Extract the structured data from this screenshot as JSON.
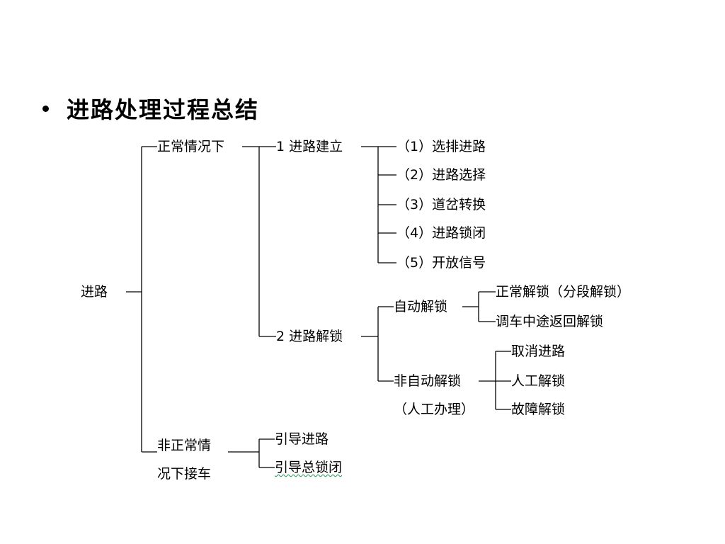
{
  "title": "进路处理过程总结",
  "tree": {
    "root": "进路",
    "normal": {
      "label": "正常情况下",
      "establish": {
        "label": "1  进路建立",
        "steps": [
          "（1）选排进路",
          "（2）进路选择",
          "（3）道岔转换",
          "（4）进路锁闭",
          "（5）开放信号"
        ]
      },
      "unlock": {
        "label": "2  进路解锁",
        "auto": {
          "label": "自动解锁",
          "items": [
            "正常解锁（分段解锁）",
            "调车中途返回解锁"
          ]
        },
        "manual": {
          "label": "非自动解锁",
          "note": "（人工办理）",
          "items": [
            "取消进路",
            "人工解锁",
            "故障解锁"
          ]
        }
      }
    },
    "abnormal": {
      "label_line1": "非正常情",
      "label_line2": "况下接车",
      "items": [
        "引导进路",
        "引导总锁闭"
      ]
    }
  }
}
